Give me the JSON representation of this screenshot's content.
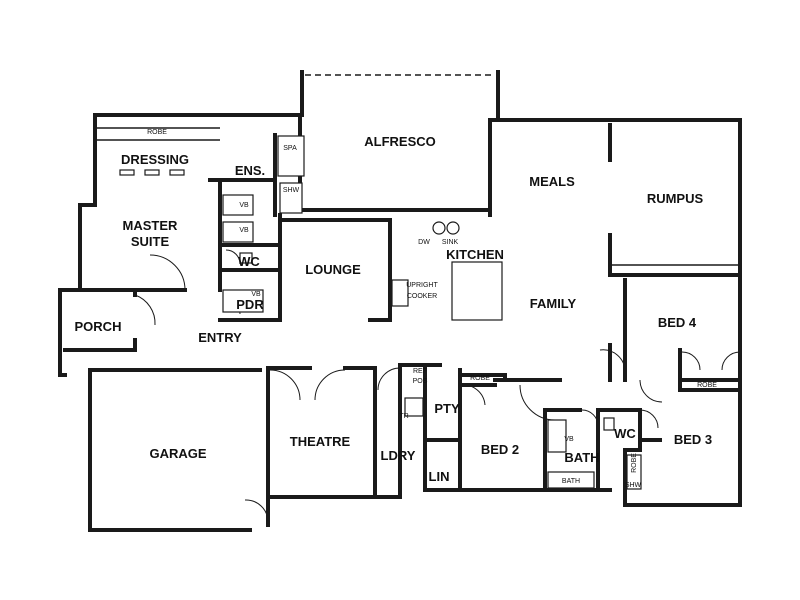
{
  "rooms": {
    "alfresco": "ALFRESCO",
    "dressing": "DRESSING",
    "ens": "ENS.",
    "master_line1": "MASTER",
    "master_line2": "SUITE",
    "wc_master": "WC",
    "pdr": "PDR",
    "lounge": "LOUNGE",
    "kitchen": "KITCHEN",
    "meals": "MEALS",
    "rumpus": "RUMPUS",
    "family": "FAMILY",
    "bed4": "BED 4",
    "porch": "PORCH",
    "entry": "ENTRY",
    "garage": "GARAGE",
    "theatre": "THEATRE",
    "ldry": "LDRY",
    "pty": "PTY",
    "lin": "LIN",
    "bed2": "BED 2",
    "bath": "BATH",
    "wc_bath": "WC",
    "bed3": "BED 3"
  },
  "fixtures": {
    "robe_master": "ROBE",
    "spa": "SPA",
    "shw_ens": "SHW",
    "vb1": "VB",
    "vb2": "VB",
    "vb_pdr": "VB",
    "dw": "DW",
    "sink": "SINK",
    "upright": "UPRIGHT",
    "cooker": "COOKER",
    "ref": "REF",
    "pos": "POS",
    "robe_bed2": "ROBE",
    "robe_bed4": "ROBE",
    "tr": "TR",
    "vb_bath": "VB",
    "bath_tub": "BATH",
    "shw_bath": "SHW",
    "robe_bed3": "ROBE"
  }
}
